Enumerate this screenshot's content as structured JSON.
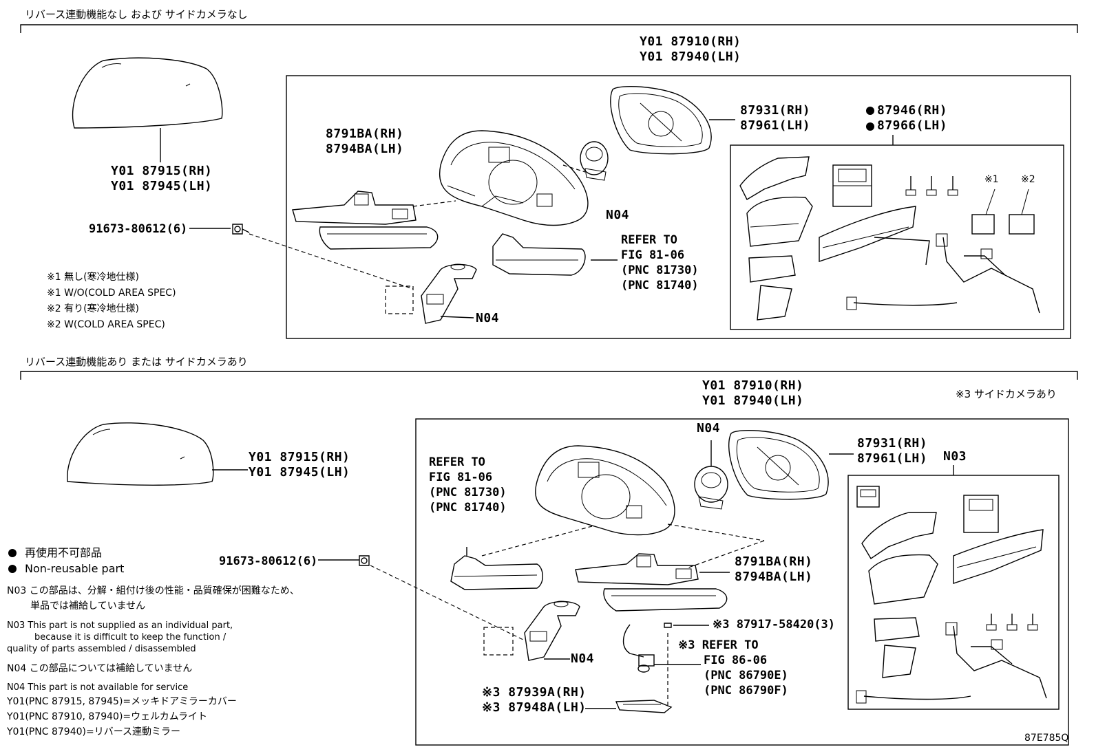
{
  "sections": {
    "top_title": "リバース連動機能なし および サイドカメラなし",
    "bottom_title": "リバース連動機能あり または サイドカメラあり",
    "bottom_note": "※3 サイドカメラあり"
  },
  "top": {
    "cover_rh": "Y01 87915(RH)",
    "cover_lh": "Y01 87945(LH)",
    "assy_rh": "Y01 87910(RH)",
    "assy_lh": "Y01 87940(LH)",
    "housing_rh": "8791BA(RH)",
    "housing_lh": "8794BA(LH)",
    "outer_rh": "87931(RH)",
    "outer_lh": "87961(LH)",
    "motor_rh": "87946(RH)",
    "motor_lh": "87966(LH)",
    "screw": "91673-80612(6)",
    "n04_a": "N04",
    "n04_b": "N04",
    "refer1": "REFER TO",
    "refer2": "FIG 81-06",
    "refer3": "(PNC 81730)",
    "refer4": "(PNC 81740)",
    "mark1": "※1",
    "mark2": "※2",
    "notes": [
      "※1 無し(寒冷地仕様)",
      "※1 W/O(COLD AREA SPEC)",
      "※2 有り(寒冷地仕様)",
      "※2 W(COLD AREA SPEC)"
    ]
  },
  "bottom": {
    "cover_rh": "Y01 87915(RH)",
    "cover_lh": "Y01 87945(LH)",
    "assy_rh": "Y01 87910(RH)",
    "assy_lh": "Y01 87940(LH)",
    "housing_rh": "8791BA(RH)",
    "housing_lh": "8794BA(LH)",
    "outer_rh": "87931(RH)",
    "outer_lh": "87961(LH)",
    "n03": "N03",
    "n04_a": "N04",
    "n04_b": "N04",
    "screw": "91673-80612(6)",
    "cam_screw": "※3 87917-58420(3)",
    "cam_rh": "※3 87939A(RH)",
    "cam_lh": "※3 87948A(LH)",
    "refer1": "REFER TO",
    "refer2": "FIG 81-06",
    "refer3": "(PNC 81730)",
    "refer4": "(PNC 81740)",
    "cam_refer1": "※3 REFER TO",
    "cam_refer2": "FIG 86-06",
    "cam_refer3": "(PNC 86790E)",
    "cam_refer4": "(PNC 86790F)"
  },
  "legend": {
    "l1": "再使用不可部品",
    "l2": "Non-reusable part",
    "n03_ja_1": "N03 この部品は、分解・組付け後の性能・品質確保が困難なため、",
    "n03_ja_2": "単品では補給していません",
    "n03_en_1": "N03 This part is not supplied as an individual part,",
    "n03_en_2": "because it is difficult to keep the function /",
    "n03_en_3": "quality of parts assembled / disassembled",
    "n04_ja": "N04 この部品については補給していません",
    "n04_en": "N04 This part is not available for service",
    "y01_a": "Y01(PNC 87915, 87945)=メッキドアミラーカバー",
    "y01_b": "Y01(PNC 87910, 87940)=ウェルカムライト",
    "y01_c": "Y01(PNC 87940)=リバース連動ミラー"
  },
  "figure_code": "87E785Q"
}
